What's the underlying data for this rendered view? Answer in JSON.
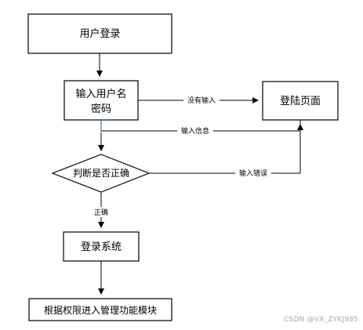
{
  "nodes": {
    "user_login": "用户登录",
    "input_credentials_line1": "输入用户名",
    "input_credentials_line2": "密码",
    "login_page": "登陆页面",
    "validate": "判断是否正确",
    "login_system": "登录系统",
    "enter_module": "根据权限进入管理功能模块"
  },
  "edges": {
    "no_input": "没有输入",
    "input_info": "输入信息",
    "input_error": "输入错误",
    "correct": "正确"
  },
  "watermark": "CSDN @VX_ZYKJ985",
  "colors": {
    "stroke": "#000000",
    "accent_line": "#4a90c8",
    "watermark": "#a8a8a8"
  }
}
